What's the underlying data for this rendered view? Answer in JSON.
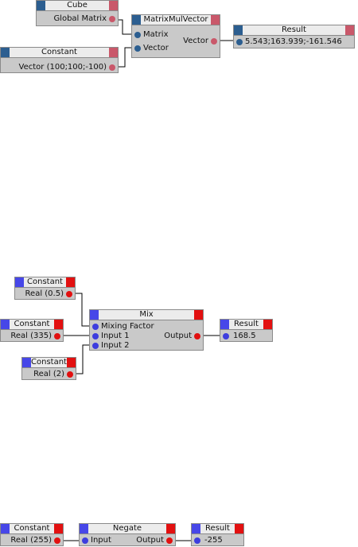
{
  "colors": {
    "dark_in": "#2c5e90",
    "dark_out": "#c9586a",
    "bright_in": "#3d3dde",
    "bright_out": "#e21010",
    "wire": "#000000"
  },
  "graph1": {
    "cube": {
      "title": "Cube",
      "output": "Global Matrix"
    },
    "constant": {
      "title": "Constant",
      "output": "Vector (100;100;-100)"
    },
    "matrix_mul_vector": {
      "title": "MatrixMulVector",
      "input1": "Matrix",
      "input2": "Vector",
      "output": "Vector"
    },
    "result": {
      "title": "Result",
      "value": "5.543;163.939;-161.546"
    }
  },
  "graph2": {
    "constant1": {
      "title": "Constant",
      "output": "Real (0.5)"
    },
    "constant2": {
      "title": "Constant",
      "output": "Real (335)"
    },
    "constant3": {
      "title": "Constant",
      "output": "Real (2)"
    },
    "mix": {
      "title": "Mix",
      "input1": "Mixing Factor",
      "input2": "Input 1",
      "input3": "Input 2",
      "output": "Output"
    },
    "result": {
      "title": "Result",
      "value": "168.5"
    }
  },
  "graph3": {
    "constant": {
      "title": "Constant",
      "output": "Real (255)"
    },
    "negate": {
      "title": "Negate",
      "input": "Input",
      "output": "Output"
    },
    "result": {
      "title": "Result",
      "value": "-255"
    }
  }
}
